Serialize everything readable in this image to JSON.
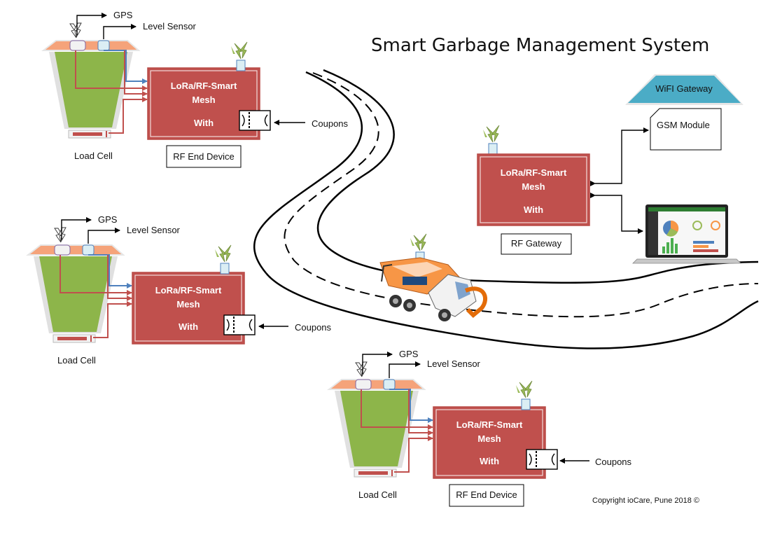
{
  "title": "Smart Garbage Management System",
  "bins": [
    {
      "gps": "GPS",
      "level_sensor": "Level Sensor",
      "load_cell": "Load Cell",
      "device": {
        "line1": "LoRa/RF-Smart",
        "line2": "Mesh",
        "line3": "With"
      },
      "coupons": "Coupons",
      "end_device": "RF End Device"
    },
    {
      "gps": "GPS",
      "level_sensor": "Level Sensor",
      "load_cell": "Load Cell",
      "device": {
        "line1": "LoRa/RF-Smart",
        "line2": "Mesh",
        "line3": "With"
      },
      "coupons": "Coupons",
      "end_device": ""
    },
    {
      "gps": "GPS",
      "level_sensor": "Level Sensor",
      "load_cell": "Load Cell",
      "device": {
        "line1": "LoRa/RF-Smart",
        "line2": "Mesh",
        "line3": "With"
      },
      "coupons": "Coupons",
      "end_device": "RF End Device"
    }
  ],
  "gateway": {
    "device": {
      "line1": "LoRa/RF-Smart",
      "line2": "Mesh",
      "line3": "With"
    },
    "label": "RF Gateway",
    "wifi": "WiFI  Gateway",
    "gsm": "GSM Module"
  },
  "copyright": "Copyright ioCare, Pune 2018 ©",
  "icons": {
    "antenna": "antenna-signal-icon",
    "truck": "garbage-truck-icon",
    "laptop": "laptop-dashboard-icon",
    "coupon": "coupon-reader-icon"
  },
  "colors": {
    "bin_fill": "#8db54a",
    "bin_lid": "#f5a37a",
    "device_box": "#c0504d",
    "wifi_gateway": "#4bacc6",
    "wire_blue": "#4f81bd",
    "wire_red": "#c0504d"
  }
}
